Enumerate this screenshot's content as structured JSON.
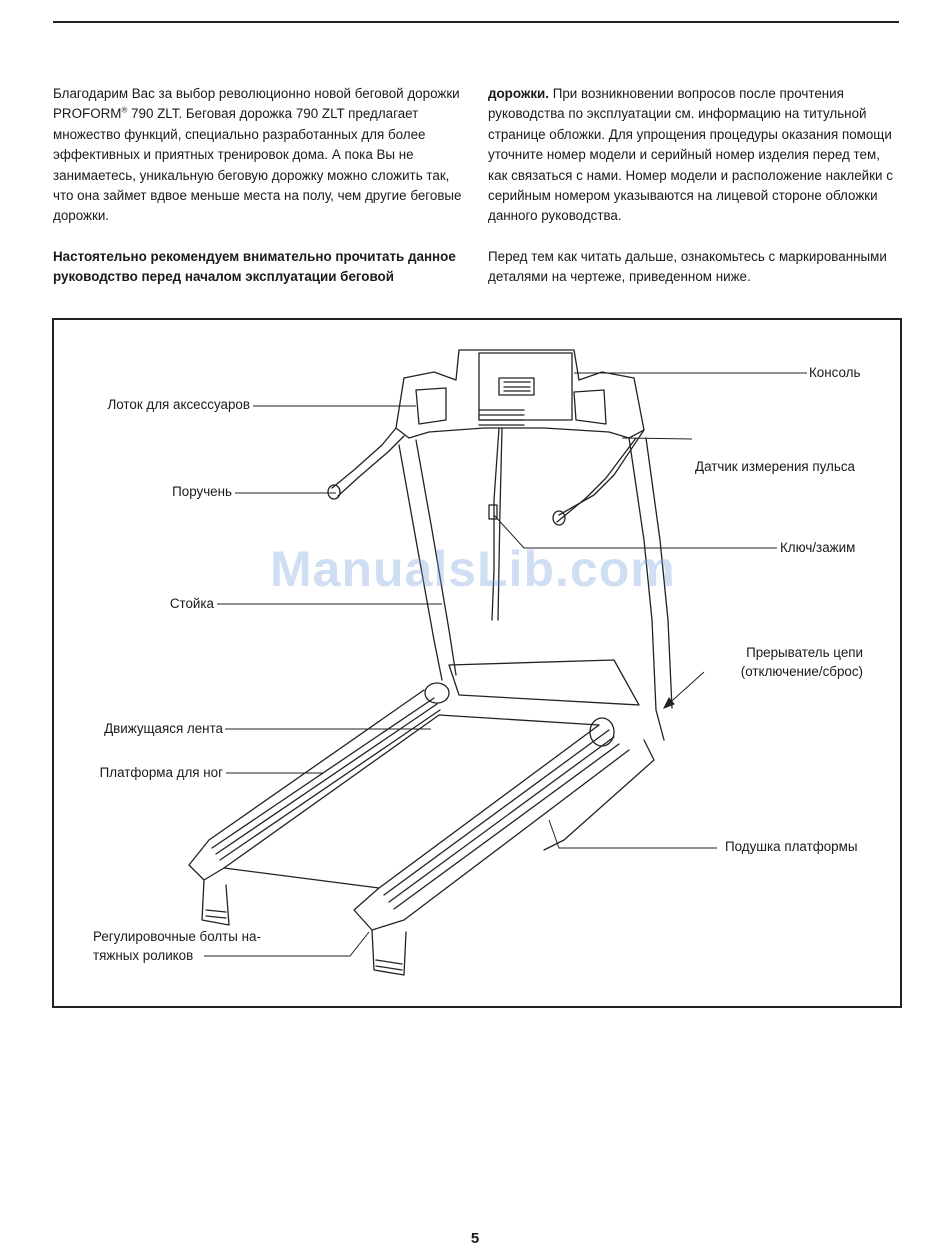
{
  "intro": {
    "p1_a": "Благодарим Вас за выбор революционно новой беговой дорожки PROFORM",
    "p1_reg": "®",
    "p1_b": " 790 ZLT. Беговая дорожка 790 ZLT предлагает множество функций, специально разработанных для более эффективных и приятных тренировок дома. А пока Вы не занимаетесь, уникальную беговую дорожку можно сложить так, что она займет вдвое меньше места на полу, чем другие беговые дорожки.",
    "p2_bold": "Настоятельно рекомендуем внимательно прочитать данное руководство перед началом эксплуатации беговой",
    "p3_bold": "дорожки.",
    "p3_rest": " При возникновении вопросов после прочтения руководства по эксплуатации см. информацию на титульной странице обложки. Для упрощения процедуры оказания помощи уточните номер модели и серийный номер изделия перед тем, как связаться с нами. Номер модели и расположение наклейки с серийным номером указываются на лицевой стороне обложки данного руководства.",
    "p4": "Перед тем как читать дальше, ознакомьтесь с маркированными деталями на чертеже, приведенном ниже."
  },
  "labels": {
    "console": "Консоль",
    "accessory_tray": "Лоток для аксессуаров",
    "pulse_sensor": "Датчик измерения пульса",
    "handrail": "Поручень",
    "key_clip": "Ключ/зажим",
    "upright": "Стойка",
    "circuit_breaker_1": "Прерыватель цепи",
    "circuit_breaker_2": "(отключение/сброс)",
    "walking_belt": "Движущаяся лента",
    "foot_rail": "Платформа для ног",
    "deck_cushion": "Подушка платформы",
    "roller_bolts_1": "Регулировочные болты на-",
    "roller_bolts_2": "тяжных роликов"
  },
  "watermark": "ManualsLib.com",
  "page_number": "5"
}
